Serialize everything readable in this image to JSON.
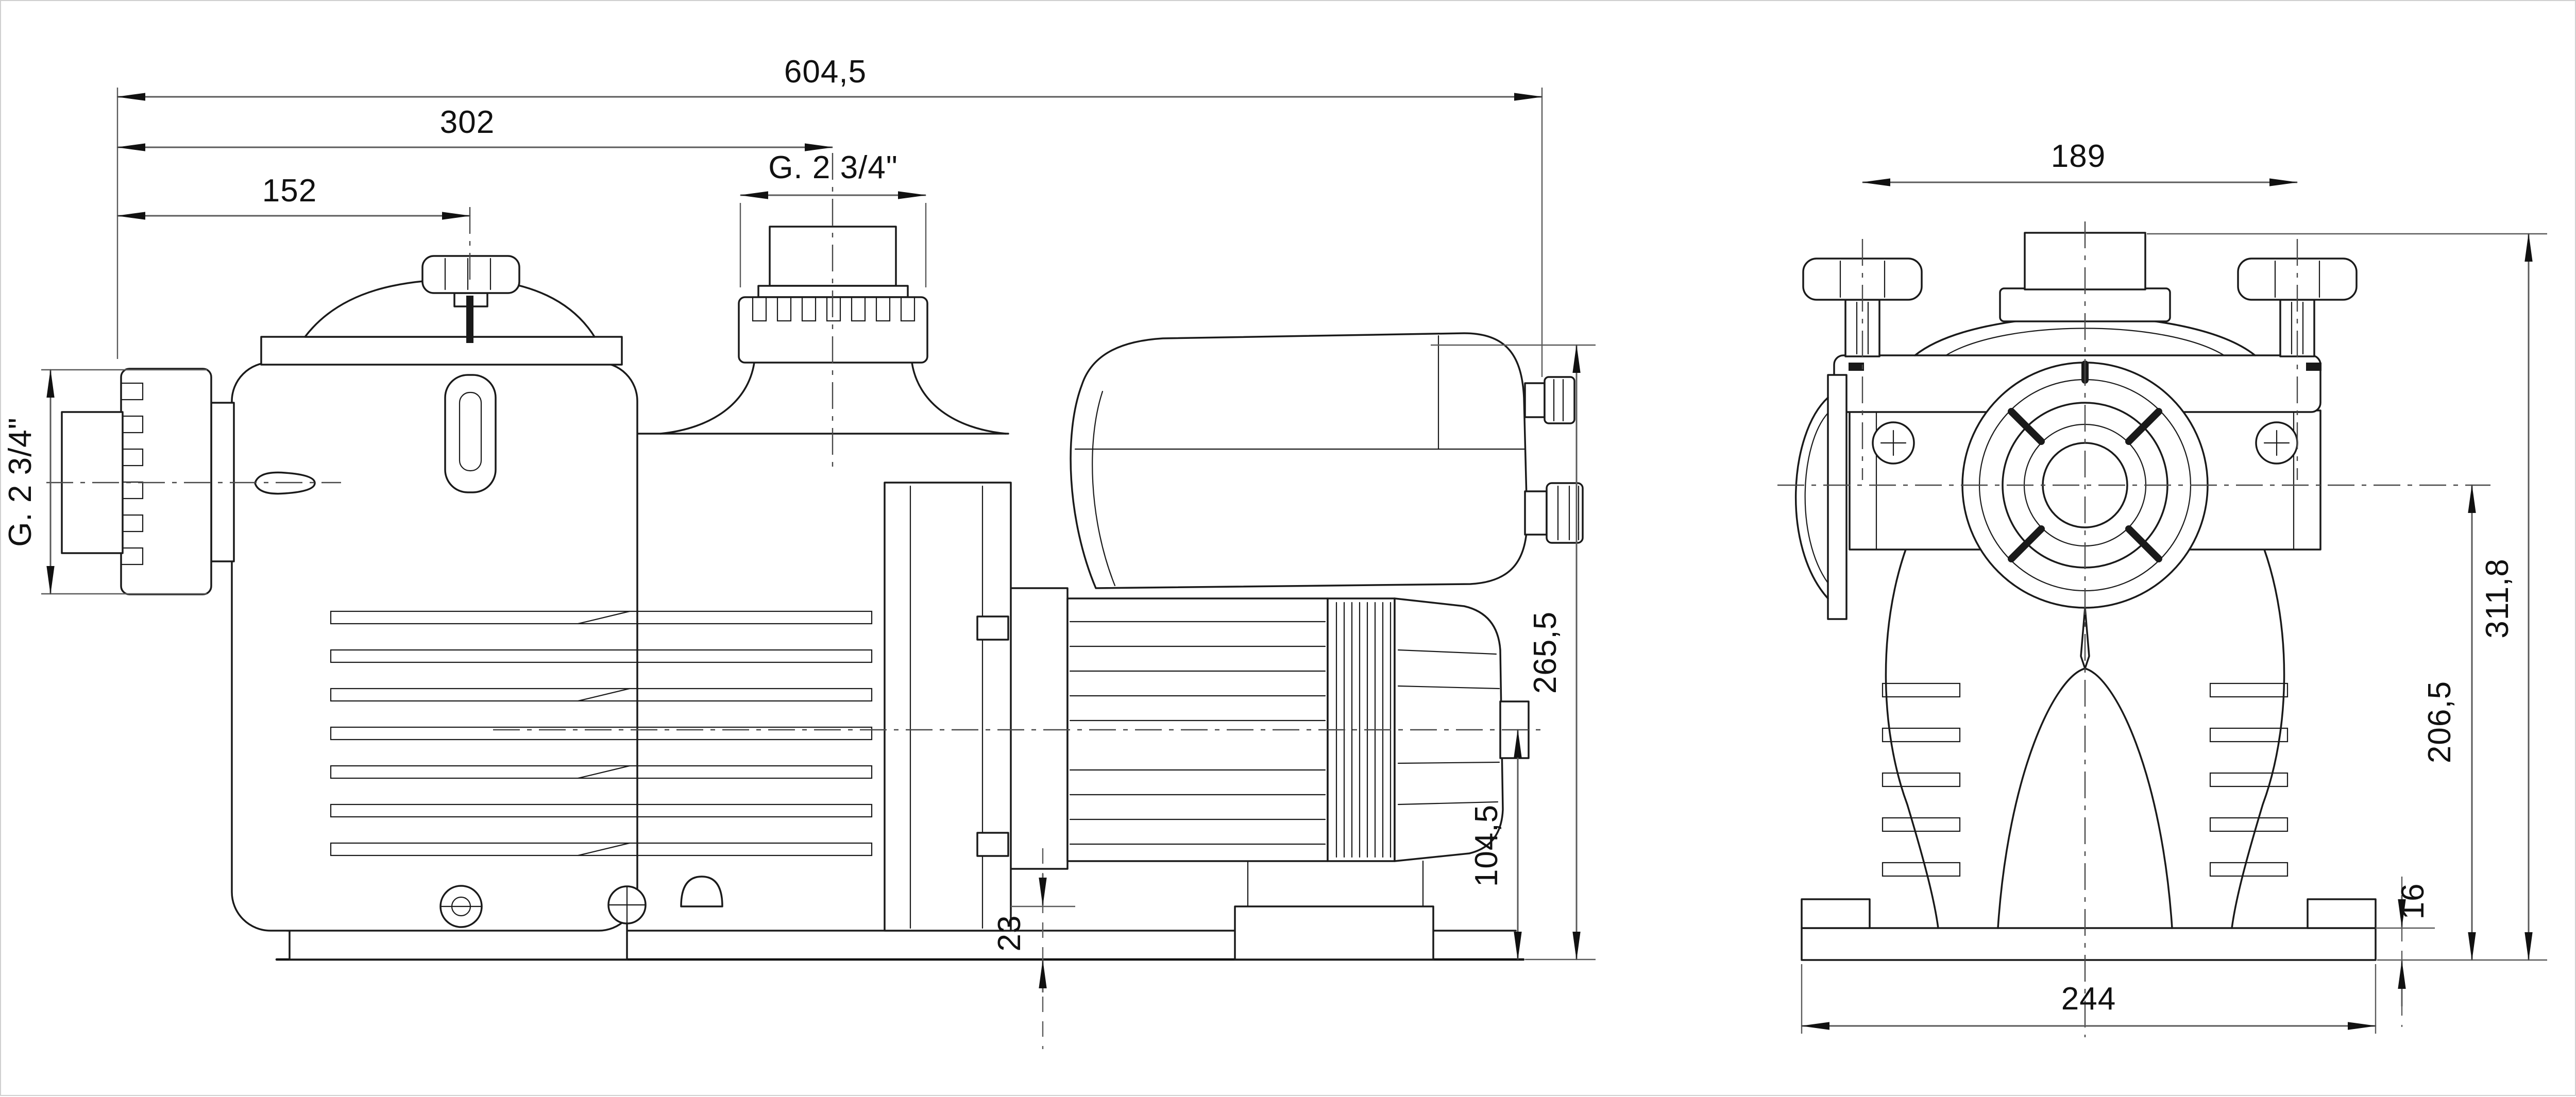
{
  "colors": {
    "background": "#ffffff",
    "line": "#1a1a1a",
    "dimension_line": "#5a5a5a",
    "centerline": "#484848",
    "text": "#111111"
  },
  "dims": {
    "overall_length": "604,5",
    "length_to_discharge": "302",
    "length_to_lid_knob": "152",
    "discharge_thread": "G. 2 3/4\"",
    "inlet_thread": "G. 2 3/4\"",
    "overall_height": "265,5",
    "shaft_center_height": "104,5",
    "foot_height": "23",
    "knob_spacing": "189",
    "front_overall_height": "311,8",
    "inlet_center_height": "206,5",
    "base_plate_thickness": "16",
    "base_width": "244"
  }
}
